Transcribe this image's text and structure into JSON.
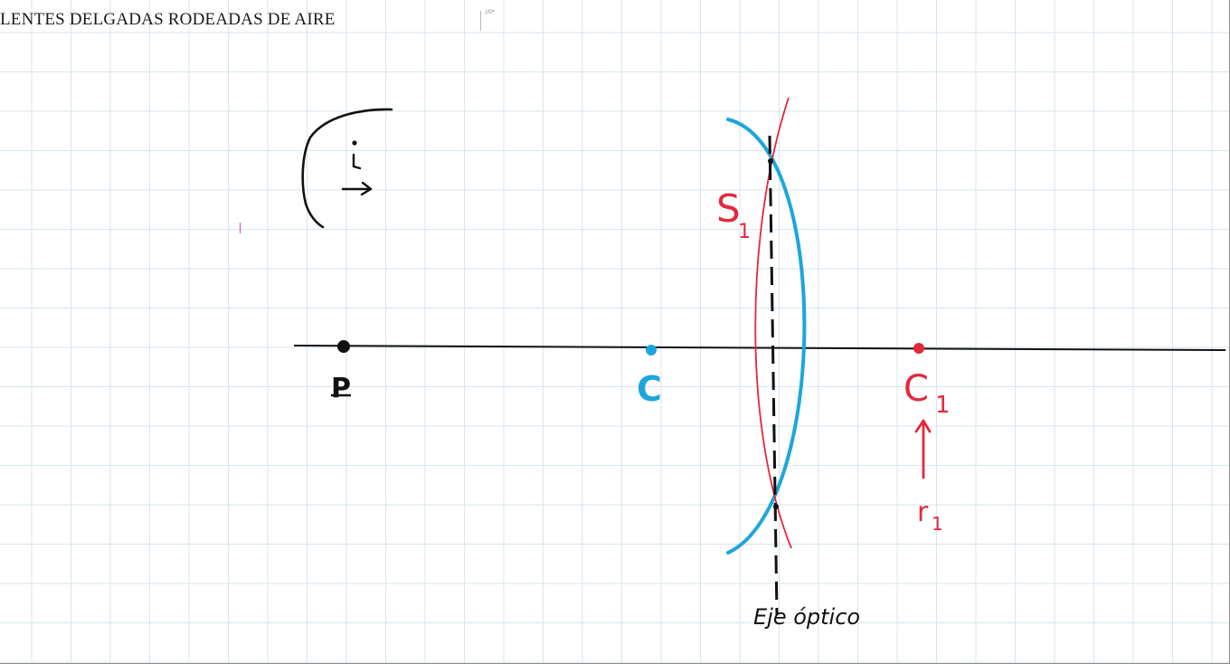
{
  "document": {
    "title": "LENTES DELGADAS RODEADAS DE AIRE",
    "caret_tag": "//0*"
  },
  "diagram": {
    "labels": {
      "point_p": "P",
      "incident_light": "i",
      "lens_center": "C",
      "curvature_center": "C",
      "curvature_center_sub": "1",
      "surface": "S",
      "surface_sub": "1",
      "radius": "r",
      "radius_sub": "1",
      "optical_axis": "Eje óptico"
    },
    "colors": {
      "ink": "#111111",
      "lens": "#1ea6dc",
      "surface": "#e3283c",
      "grid": "#d7e6ee"
    }
  }
}
